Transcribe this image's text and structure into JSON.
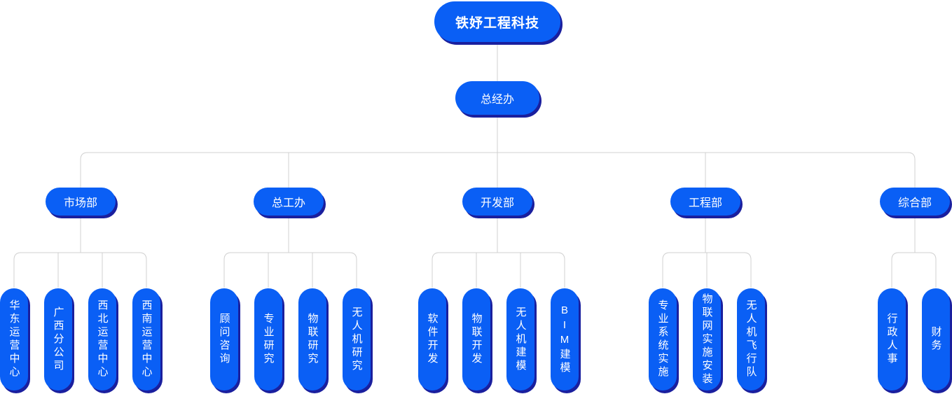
{
  "root": {
    "label": "铁妤工程科技"
  },
  "office": {
    "label": "总经办"
  },
  "departments": [
    {
      "label": "市场部",
      "children": [
        "华东运营中心",
        "广西分公司",
        "西北运营中心",
        "西南运营中心"
      ]
    },
    {
      "label": "总工办",
      "children": [
        "顾问咨询",
        "专业研究",
        "物联研究",
        "无人机研究"
      ]
    },
    {
      "label": "开发部",
      "children": [
        "软件开发",
        "物联开发",
        "无人机建模",
        "BIM建模"
      ]
    },
    {
      "label": "工程部",
      "children": [
        "专业系统实施",
        "物联网实施安装",
        "无人机飞行队"
      ]
    },
    {
      "label": "综合部",
      "children": [
        "行政人事",
        "财务"
      ]
    }
  ],
  "colors": {
    "node": "#0a5ff5",
    "shadow": "#1a1f9e",
    "line": "#d0d0d0",
    "text": "#ffffff"
  }
}
